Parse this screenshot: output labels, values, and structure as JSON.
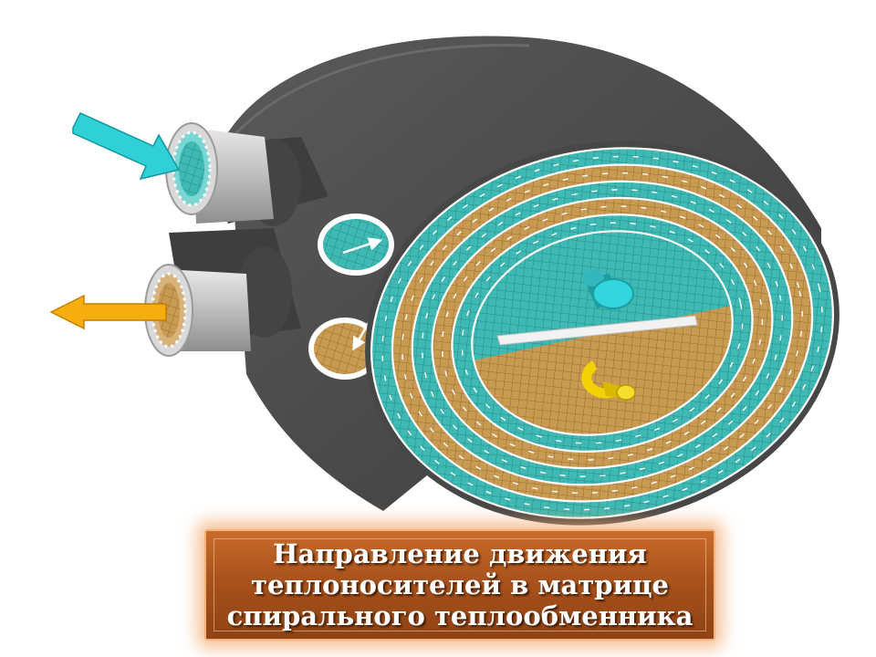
{
  "caption": {
    "line1": "Направление движения",
    "line2": "теплоносителей в матрице",
    "line3": "спирального теплообменника"
  },
  "colors": {
    "shell": "#4a4a4a",
    "nozzle": "#c8c8c8",
    "cold_fluid": "#2ec4c8",
    "hot_fluid": "#f2a800",
    "cold_mesh": "#36b7b0",
    "hot_mesh": "#c99a52",
    "caption_bg": "#a9521c"
  },
  "icons": {
    "inlet_arrow": "cyan-arrow-in",
    "outlet_arrow": "orange-arrow-out"
  }
}
